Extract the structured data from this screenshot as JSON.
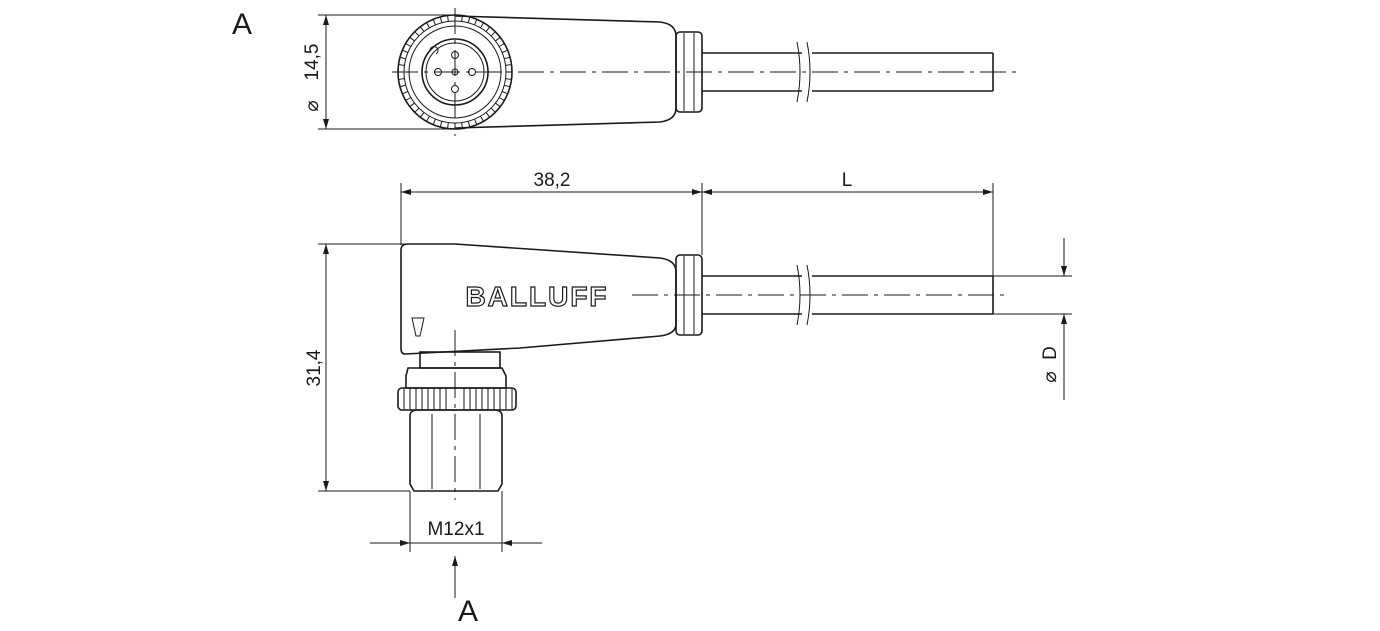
{
  "view_label_top": "A",
  "view_label_bottom": "A",
  "dimensions": {
    "body_diameter": "14,5",
    "body_length": "38,2",
    "cable_length": "L",
    "height": "31,4",
    "thread": "M12x1",
    "cable_diameter": "D"
  },
  "diameter_symbol": "⌀",
  "logo": "BALLUFF"
}
